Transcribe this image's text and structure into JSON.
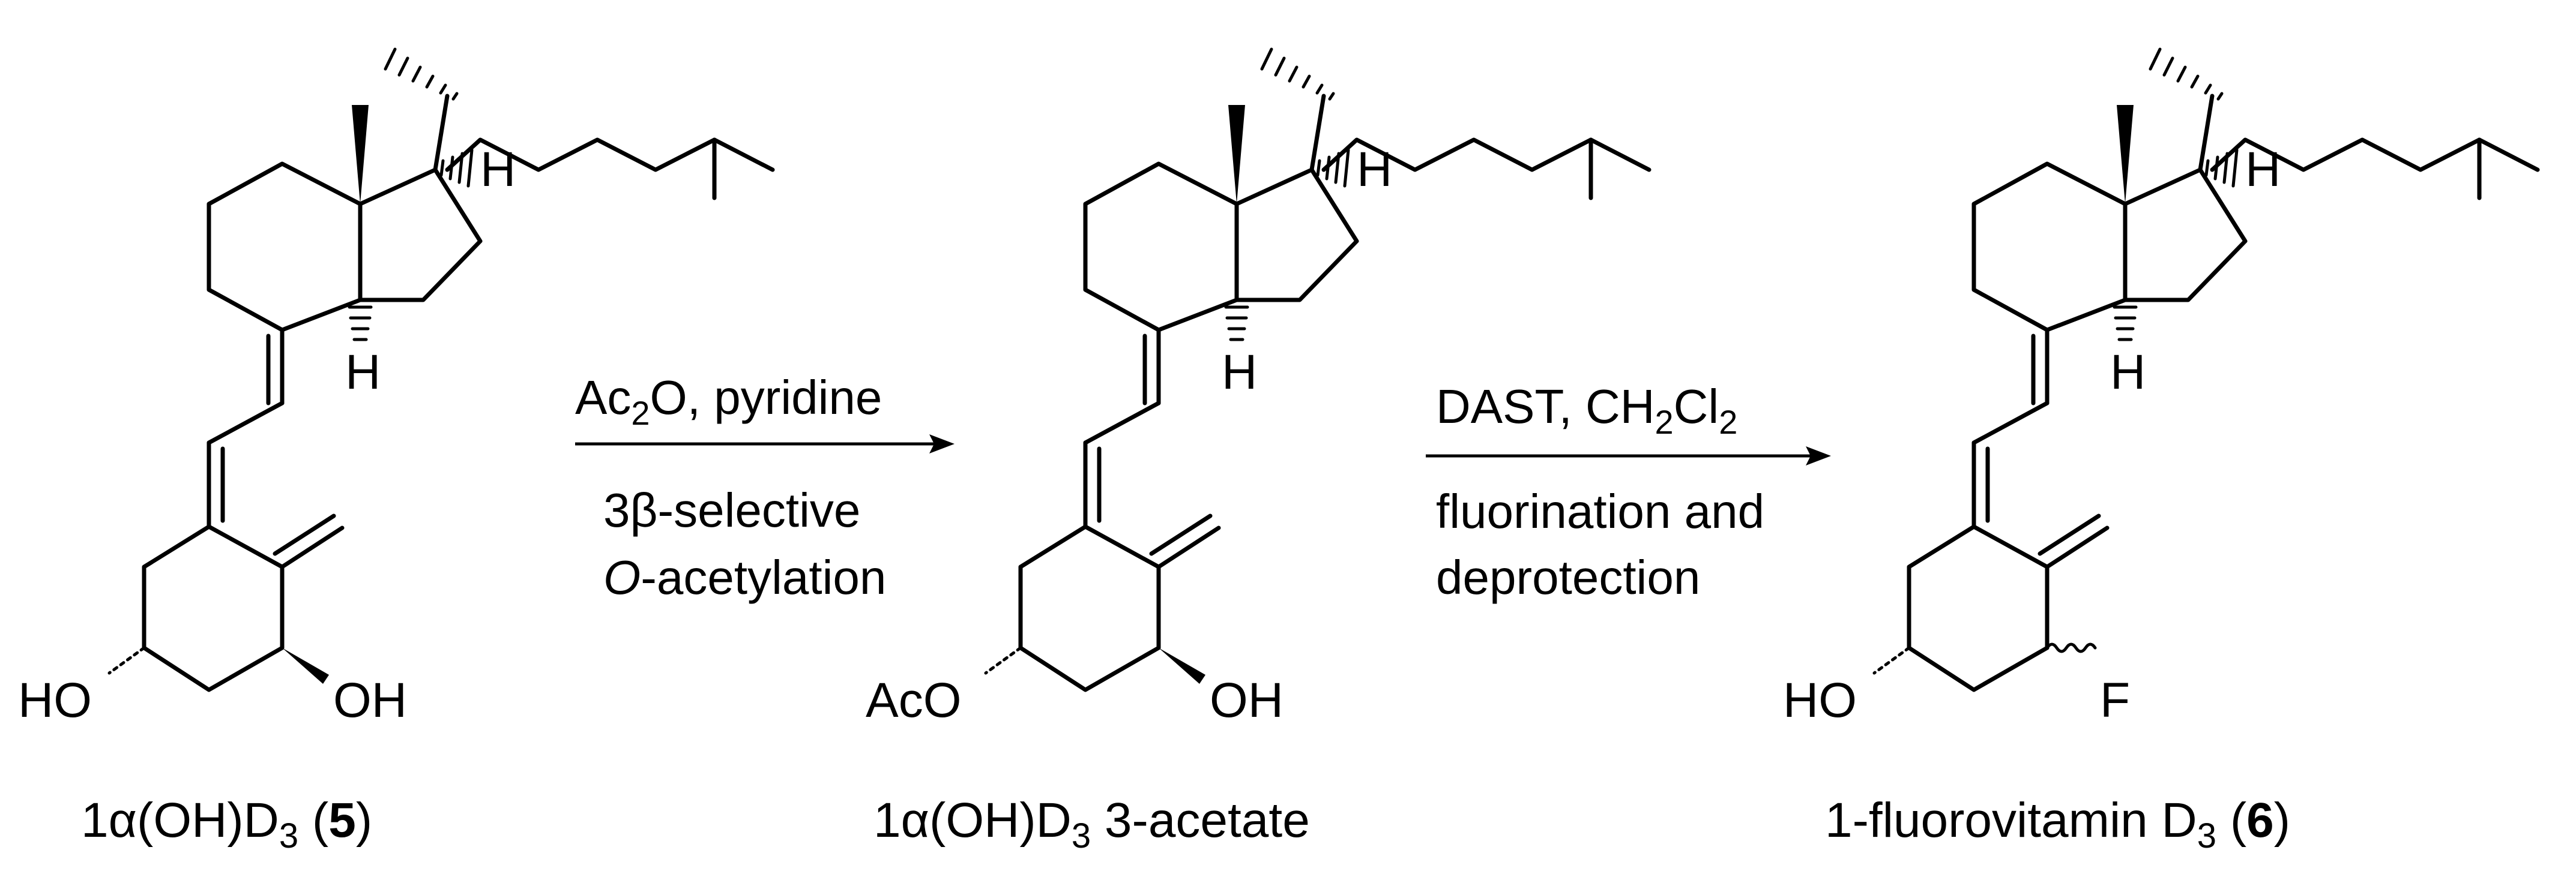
{
  "scheme": {
    "compounds": [
      {
        "id": "compound-5",
        "caption": {
          "pre": "1",
          "greek": "α",
          "mid": "(OH)D",
          "sub": "3",
          "post": " (",
          "bold": "5",
          "end": ")"
        },
        "atoms": {
          "h_top": "H",
          "h_bottom": "H",
          "left": "HO",
          "right": "OH"
        }
      },
      {
        "id": "compound-acetate",
        "caption": {
          "pre": "1",
          "greek": "α",
          "mid": "(OH)D",
          "sub": "3",
          "post": " 3-acetate",
          "bold": "",
          "end": ""
        },
        "atoms": {
          "h_top": "H",
          "h_bottom": "H",
          "left": "AcO",
          "right": "OH"
        }
      },
      {
        "id": "compound-6",
        "caption": {
          "pre": "1-fluorovitamin D",
          "greek": "",
          "mid": "",
          "sub": "3",
          "post": " (",
          "bold": "6",
          "end": ")"
        },
        "atoms": {
          "h_top": "H",
          "h_bottom": "H",
          "left": "HO",
          "right": "F"
        }
      }
    ],
    "arrows": [
      {
        "above": {
          "a": "Ac",
          "sub": "2",
          "b": "O, pyridine"
        },
        "below_line1": {
          "a": "3",
          "greek": "β",
          "b": "-selective"
        },
        "below_line2": {
          "italic": "O",
          "rest": "-acetylation"
        }
      },
      {
        "above": {
          "a": "DAST, CH",
          "sub1": "2",
          "b": "Cl",
          "sub2": "2"
        },
        "below_line1": "fluorination and",
        "below_line2": "deprotection"
      }
    ]
  }
}
